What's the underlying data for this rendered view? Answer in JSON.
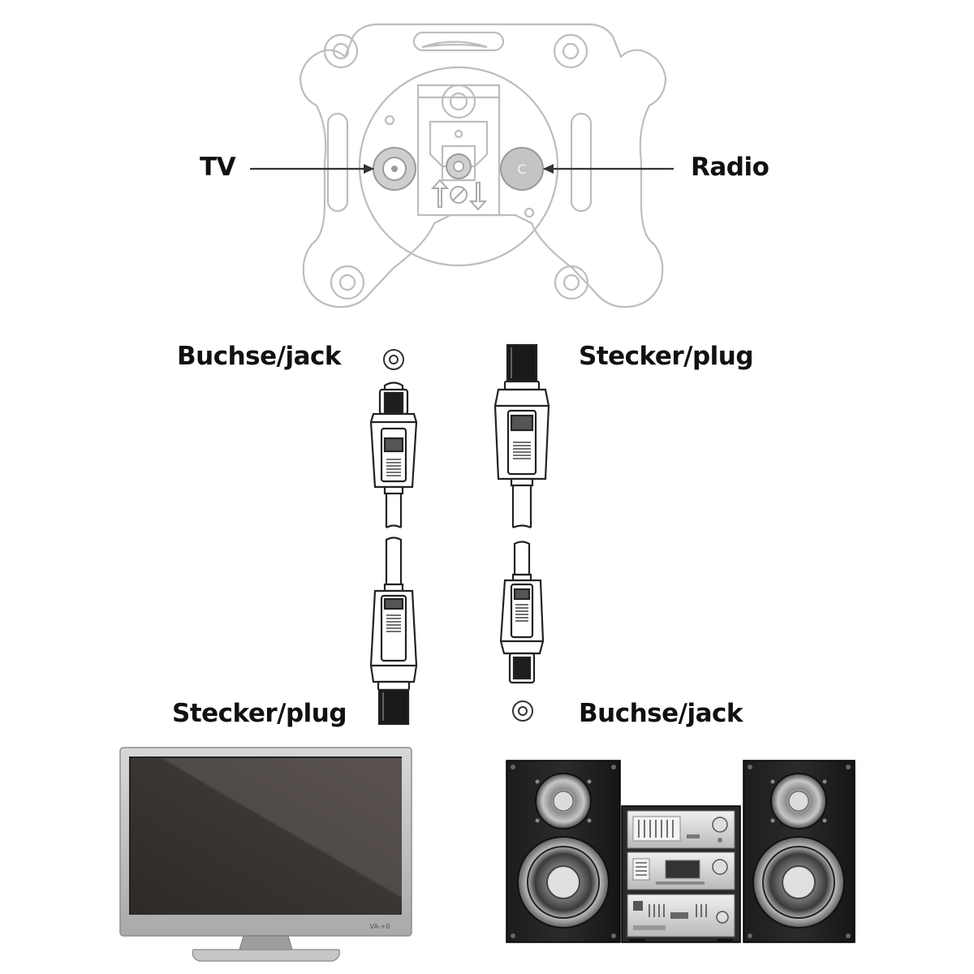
{
  "labels": {
    "tv": "TV",
    "radio": "Radio",
    "top_left": "Buchse/jack",
    "top_right": "Stecker/plug",
    "bottom_left": "Stecker/plug",
    "bottom_right": "Buchse/jack"
  },
  "tv_panel_text": "VA-+0",
  "outlet_port_radio_mark": "C",
  "icons": {
    "wall_outlet": "antenna-wall-socket-icon",
    "tv": "tv-monitor-icon",
    "stereo": "hifi-stereo-system-icon"
  },
  "colors": {
    "text": "#111111",
    "outline": "#bbbbbb",
    "stroke": "#222222",
    "screen": "#3a3532"
  }
}
